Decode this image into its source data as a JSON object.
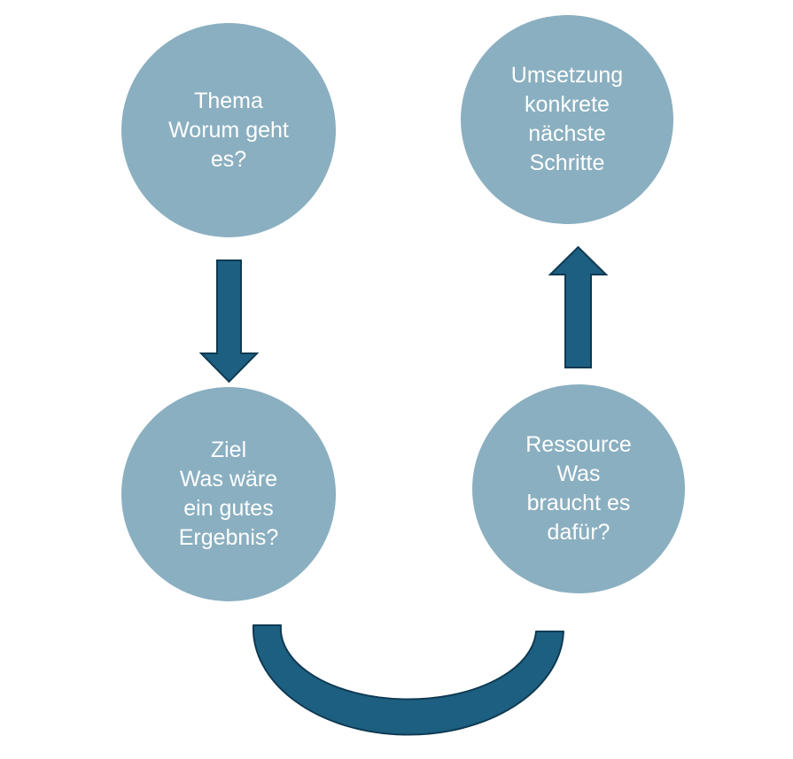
{
  "colors": {
    "node_fill": "#8aafc0",
    "arrow_fill": "#1d5f80",
    "arrow_stroke": "#0f3a52",
    "text": "#ffffff",
    "background": "#ffffff"
  },
  "nodes": {
    "thema": {
      "lines": [
        "Thema",
        "Worum geht",
        "es?"
      ]
    },
    "umsetzung": {
      "lines": [
        "Umsetzung",
        "konkrete",
        "nächste",
        "Schritte"
      ]
    },
    "ziel": {
      "lines": [
        "Ziel",
        "Was wäre",
        "ein gutes",
        "Ergebnis?"
      ]
    },
    "ressource": {
      "lines": [
        "Ressource",
        "Was",
        "braucht es",
        "dafür?"
      ]
    }
  },
  "connectors": [
    {
      "from": "thema",
      "to": "ziel",
      "shape": "arrow-down"
    },
    {
      "from": "ziel",
      "to": "ressource",
      "shape": "u-curve"
    },
    {
      "from": "ressource",
      "to": "umsetzung",
      "shape": "arrow-up"
    }
  ]
}
